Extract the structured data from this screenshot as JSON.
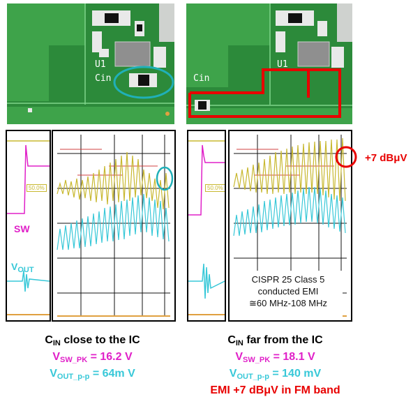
{
  "left_board": {
    "silkscreen_u": "U1",
    "silkscreen_cin": "Cin"
  },
  "right_board": {
    "silkscreen_u": "U1",
    "silkscreen_cin": "Cin"
  },
  "scope_left": {
    "percent_label": "50.0%",
    "sw_label": "SW",
    "vout_label_main": "V",
    "vout_label_sub": "OUT"
  },
  "scope_right": {
    "percent_label": "50.0%"
  },
  "spectrum_note": {
    "line1": "CISPR 25 Class 5",
    "line2": "conducted EMI",
    "line3": "≅60 MHz-108 MHz"
  },
  "emi_marker": {
    "label": "+7 dBμV"
  },
  "caption_left": {
    "title_main": "C",
    "title_sub": "IN",
    "title_rest": " close to the IC",
    "vsw_main": "V",
    "vsw_sub": "SW_PK",
    "vsw_value": " = 16.2 V",
    "vout_main": "V",
    "vout_sub": "OUT_p-p",
    "vout_value": " = 64m V"
  },
  "caption_right": {
    "title_main": "C",
    "title_sub": "IN",
    "title_rest": " far from the IC",
    "vsw_main": "V",
    "vsw_sub": "SW_PK",
    "vsw_value": " = 18.1 V",
    "vout_main": "V",
    "vout_sub": "OUT_p-p",
    "vout_value": " = 140 mV",
    "emi_line": "EMI +7 dBμV in FM band"
  },
  "colors": {
    "magenta": "#e020c8",
    "cyan": "#38c8d8",
    "yellow": "#c8b830",
    "red": "#e80000",
    "highlight_circle": "#20b0b8",
    "pcb_green": "#2f8f3c"
  }
}
